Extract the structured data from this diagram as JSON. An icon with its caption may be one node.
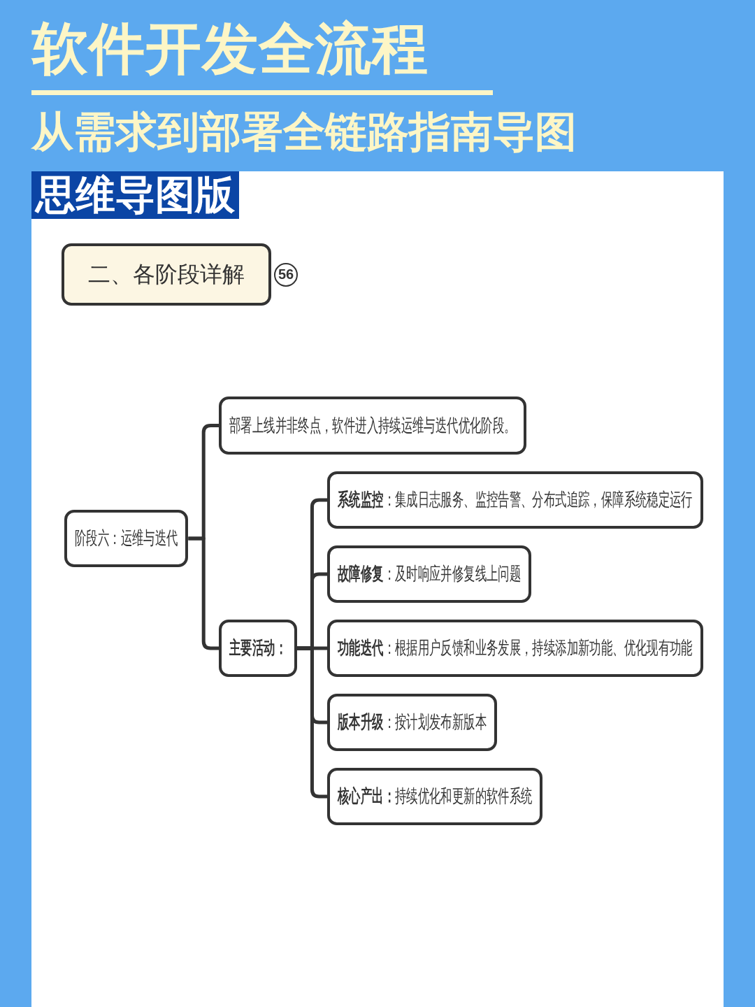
{
  "diagram": {
    "title": "软件开发全流程",
    "nodes": [
      {
        "text": [
          "二、各阶段详解"
        ],
        "beside": [
          "56"
        ]
      },
      {
        "text": [
          "阶段六：运维与迭代"
        ]
      },
      {
        "text": [
          "部署上线并非终点，软件进入持续运维与迭代优化阶段。"
        ]
      },
      {
        "text": [
          "主要活动："
        ]
      },
      {
        "text": [
          "**系统监控**：集成日志服务、监控告警、分布式追踪，保障系统稳定运行"
        ]
      },
      {
        "text": [
          "**故障修复**：及时响应并修复线上问题"
        ]
      },
      {
        "text": [
          "**功能迭代**：根据用户反馈和业务发展，持续添加新功能、优化现有功能"
        ]
      },
      {
        "text": [
          "**版本升级**：按计划发布新版本"
        ]
      },
      {
        "text": [
          "**核心产出：**持续优化和更新的软件系统"
        ]
      }
    ],
    "edges": [
      {
        "from": 1,
        "to": 2,
        "arrow": "none"
      },
      {
        "from": 1,
        "to": 3,
        "arrow": "none"
      },
      {
        "from": 3,
        "to": 4,
        "arrow": "none"
      },
      {
        "from": 3,
        "to": 5,
        "arrow": "none"
      },
      {
        "from": 3,
        "to": 6,
        "arrow": "none"
      },
      {
        "from": 3,
        "to": 7,
        "arrow": "none"
      },
      {
        "from": 3,
        "to": 8,
        "arrow": "none"
      }
    ],
    "labels": [
      "从需求到部署全链路指南导图",
      "思维导图版"
    ]
  }
}
